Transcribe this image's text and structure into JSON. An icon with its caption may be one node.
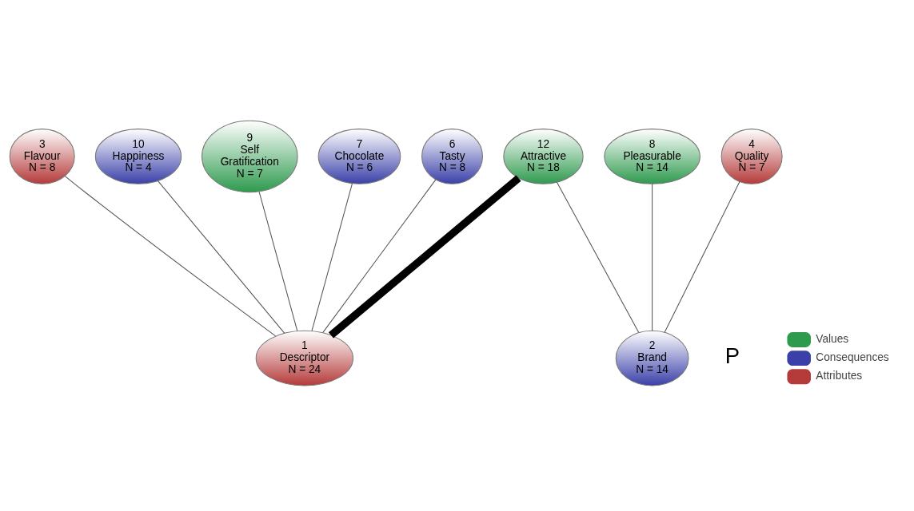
{
  "diagram": {
    "nodes": [
      {
        "text": [
          "3",
          "Flavour",
          "N = 8"
        ]
      },
      {
        "text": [
          "10",
          "Happiness",
          "N = 4"
        ]
      },
      {
        "text": [
          "9",
          "Self",
          "Gratification",
          "N = 7"
        ]
      },
      {
        "text": [
          "7",
          "Chocolate",
          "N = 6"
        ]
      },
      {
        "text": [
          "6",
          "Tasty",
          "N = 8"
        ]
      },
      {
        "text": [
          "8",
          "Pleasurable",
          "N = 14"
        ]
      },
      {
        "text": [
          "12",
          "Attractive",
          "N = 18"
        ]
      },
      {
        "text": [
          "4",
          "Quality",
          "N = 7"
        ]
      },
      {
        "text": [
          "2",
          "Brand",
          "N = 14"
        ]
      },
      {
        "text": [
          "1",
          "Descriptor",
          "N = 24"
        ]
      }
    ],
    "edges": [
      {
        "from": 9,
        "to": 0,
        "arrow": "none"
      },
      {
        "from": 9,
        "to": 1,
        "arrow": "none"
      },
      {
        "from": 9,
        "to": 2,
        "arrow": "none"
      },
      {
        "from": 9,
        "to": 3,
        "arrow": "none"
      },
      {
        "from": 9,
        "to": 4,
        "arrow": "none"
      },
      {
        "from": 9,
        "to": 6,
        "arrow": "none",
        "style": "thick"
      },
      {
        "from": 8,
        "to": 5,
        "arrow": "none"
      },
      {
        "from": 8,
        "to": 6,
        "arrow": "none"
      },
      {
        "from": 8,
        "to": 7,
        "arrow": "none"
      }
    ],
    "labels": [
      "P"
    ],
    "legend": [
      {
        "text": "Values",
        "color": "#2e9a4e"
      },
      {
        "text": "Consequences",
        "color": "#3a40a8"
      },
      {
        "text": "Attributes",
        "color": "#b53a3a"
      }
    ]
  }
}
